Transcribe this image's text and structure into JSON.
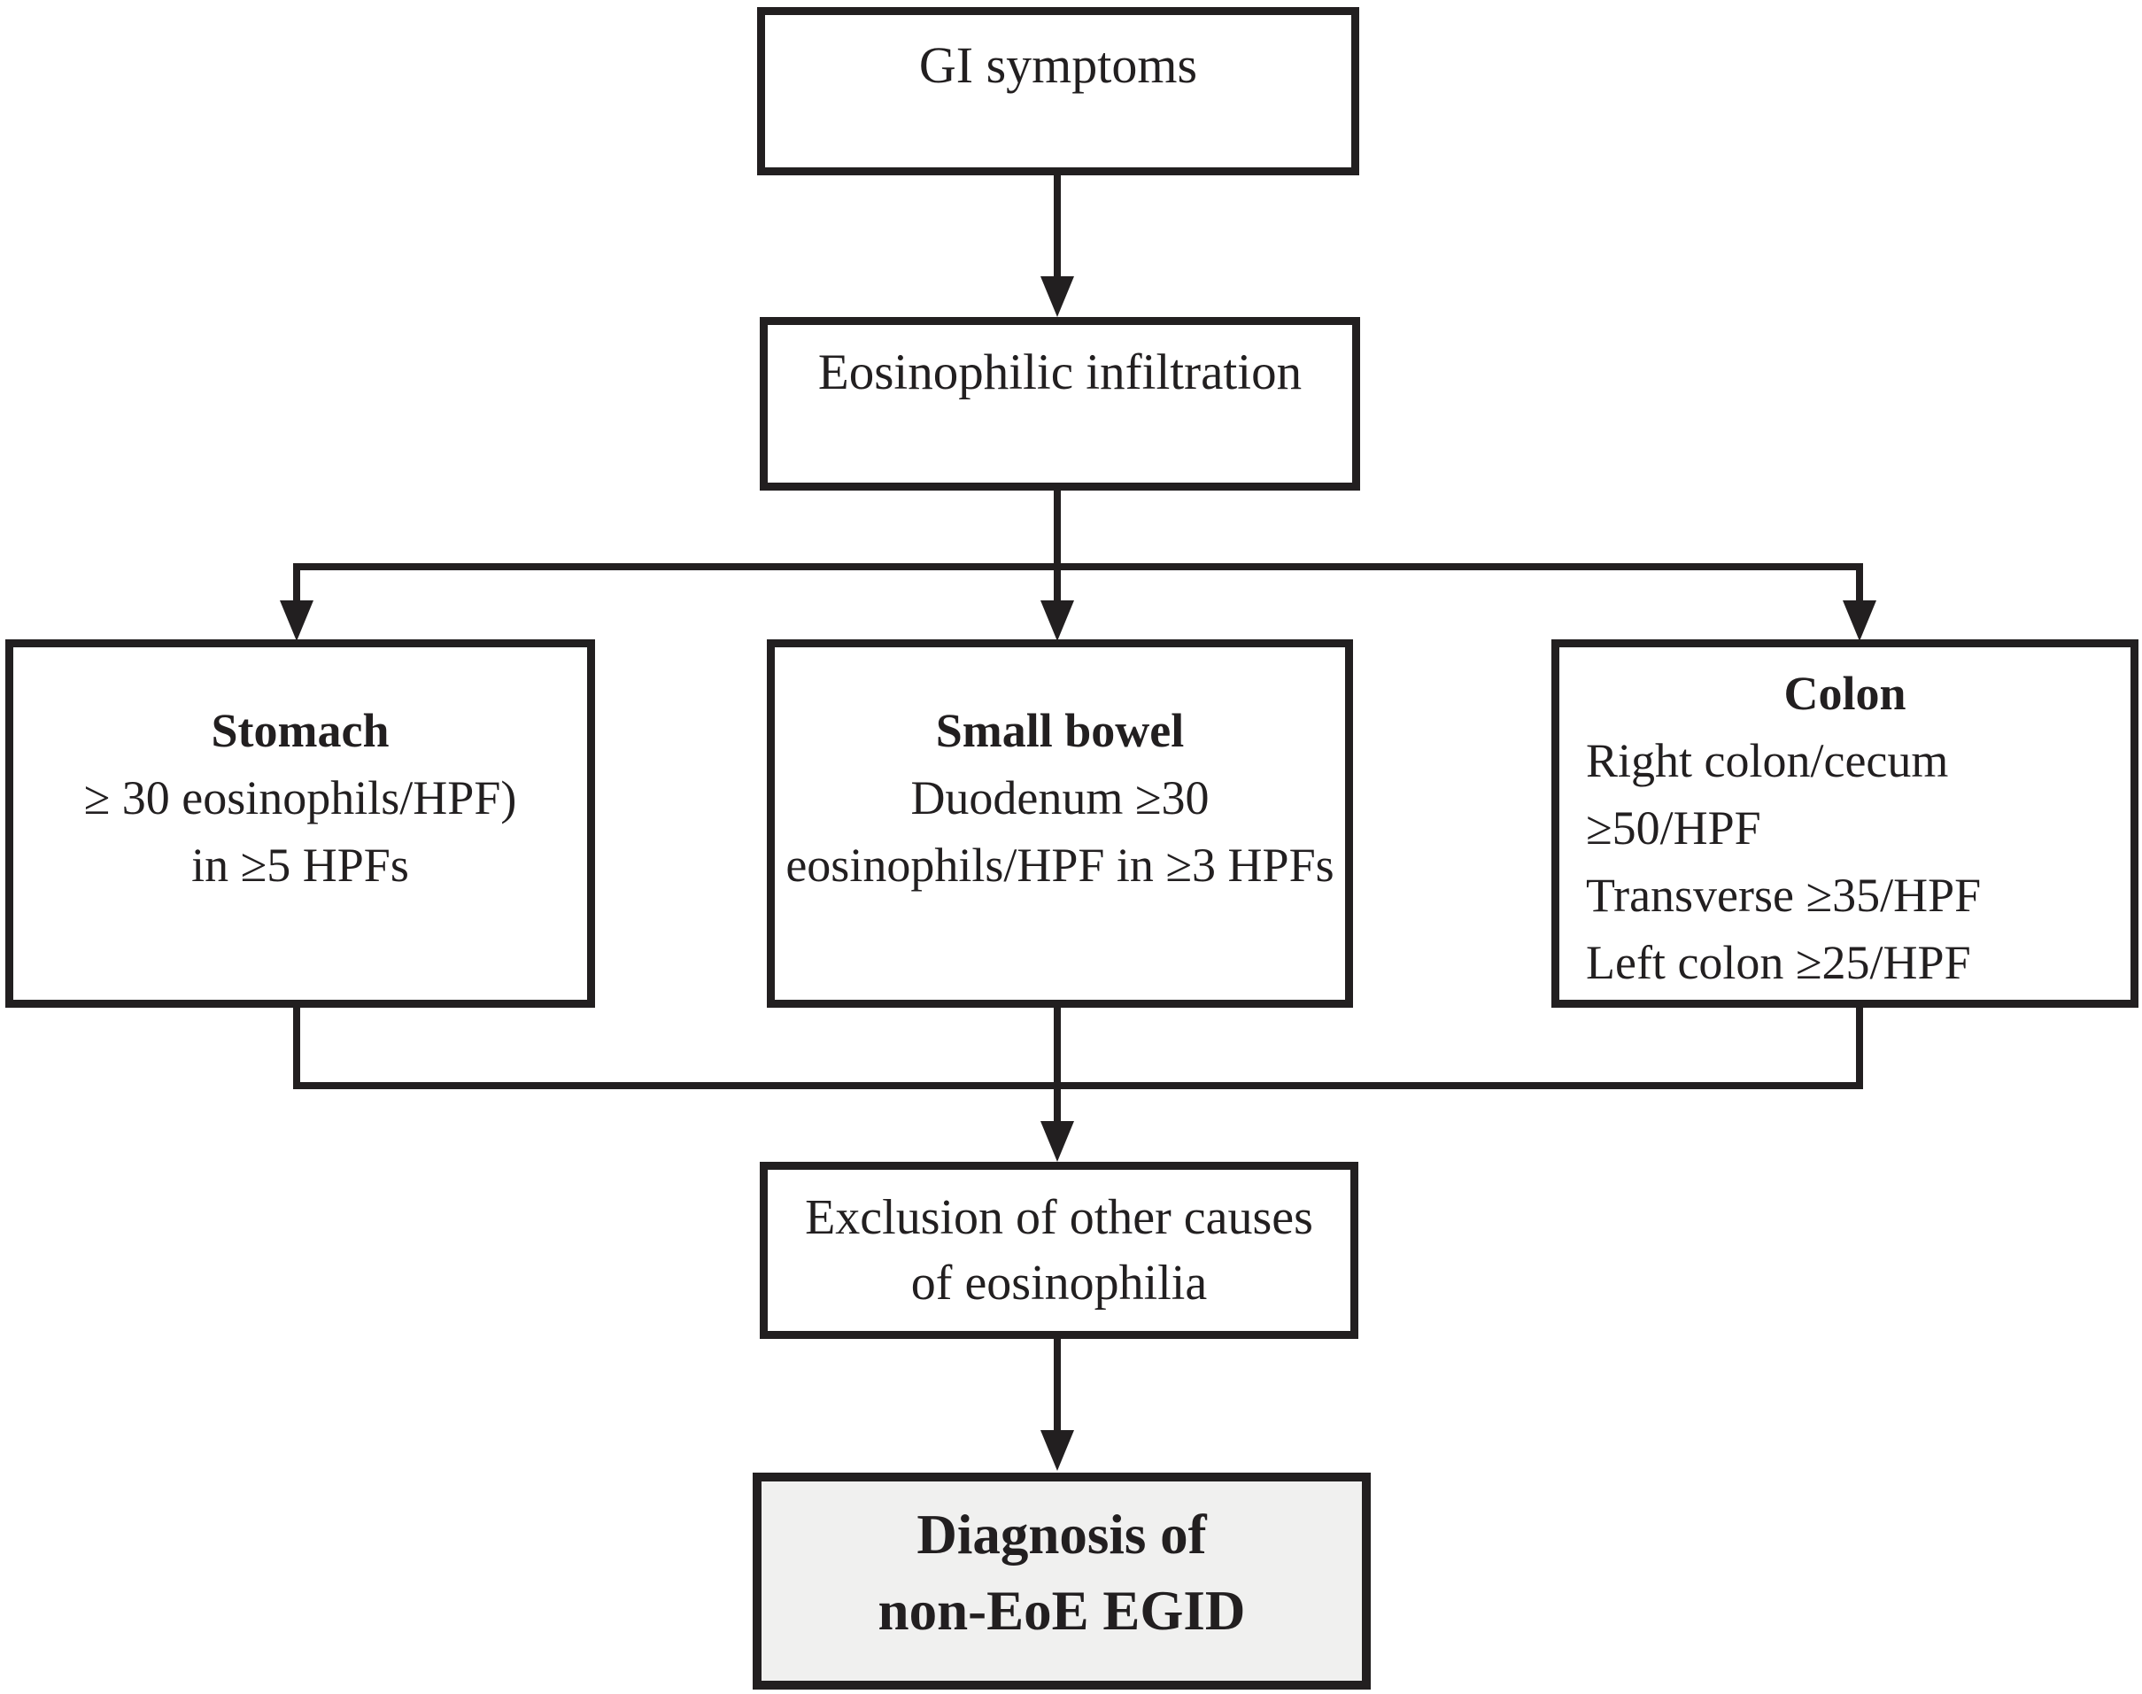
{
  "nodes": {
    "gi_symptoms": {
      "label": "GI symptoms"
    },
    "eosinophilic_infiltration": {
      "label": "Eosinophilic infiltration"
    },
    "stomach": {
      "title": "Stomach",
      "lines": [
        "≥ 30 eosinophils/HPF)",
        "in ≥5 HPFs"
      ]
    },
    "small_bowel": {
      "title": "Small bowel",
      "lines": [
        "Duodenum ≥30",
        "eosinophils/HPF in ≥3 HPFs"
      ]
    },
    "colon": {
      "title": "Colon",
      "lines": [
        "Right colon/cecum ≥50/HPF",
        "Transverse ≥35/HPF",
        "Left colon ≥25/HPF"
      ]
    },
    "exclusion": {
      "lines": [
        "Exclusion of other causes",
        "of eosinophilia"
      ]
    },
    "diagnosis": {
      "lines": [
        "Diagnosis of",
        "non-EoE EGID"
      ]
    }
  },
  "colors": {
    "ink": "#221f20",
    "box_background": "#ffffff",
    "final_box_background": "#f0f0ef"
  }
}
